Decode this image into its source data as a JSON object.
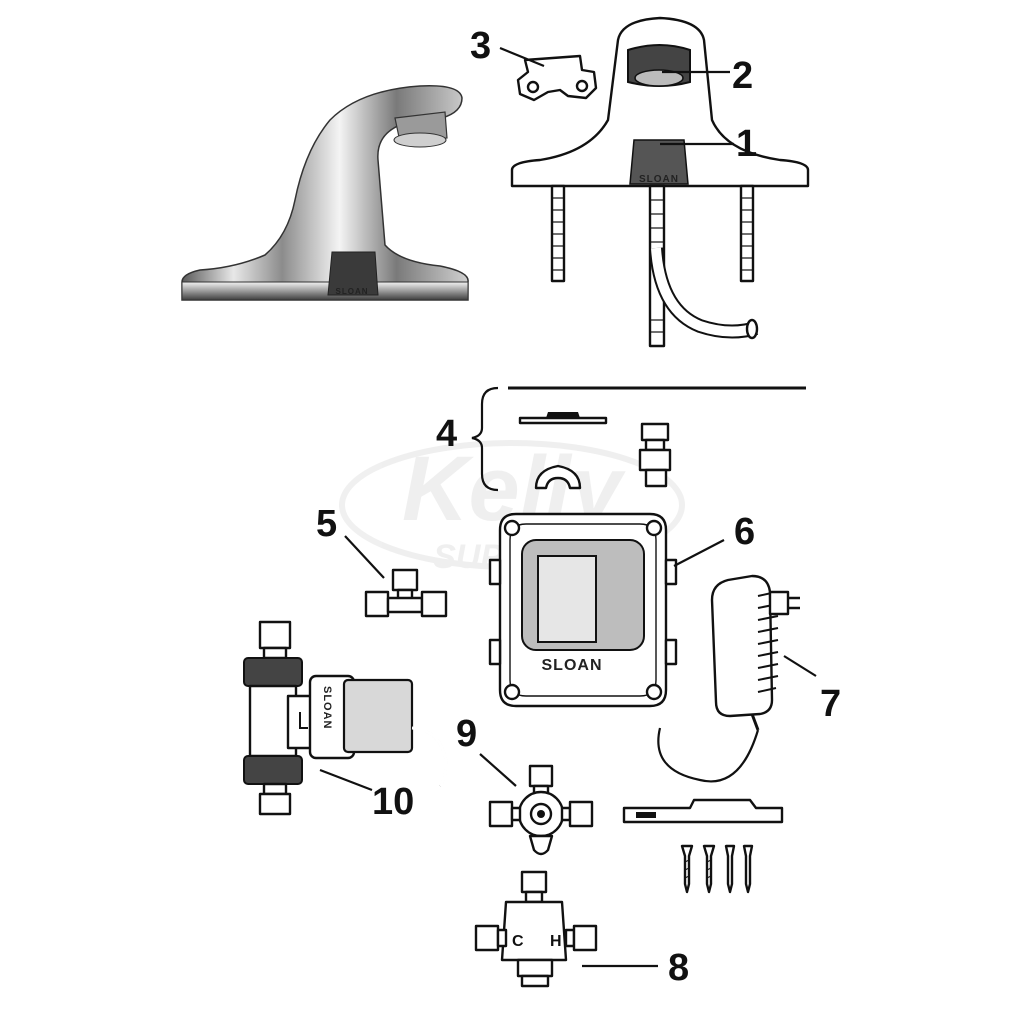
{
  "diagram": {
    "brand_label": "SLOAN",
    "watermark": {
      "line1": "Kelly",
      "line2": "SUPPLY"
    },
    "callouts": [
      {
        "id": "1",
        "label": "1"
      },
      {
        "id": "2",
        "label": "2"
      },
      {
        "id": "3",
        "label": "3"
      },
      {
        "id": "4",
        "label": "4"
      },
      {
        "id": "5",
        "label": "5"
      },
      {
        "id": "6",
        "label": "6"
      },
      {
        "id": "7",
        "label": "7"
      },
      {
        "id": "8",
        "label": "8"
      },
      {
        "id": "9",
        "label": "9"
      },
      {
        "id": "10",
        "label": "10"
      }
    ],
    "part_markings": {
      "mixing_valve_hot": "H",
      "mixing_valve_cold": "C"
    }
  }
}
